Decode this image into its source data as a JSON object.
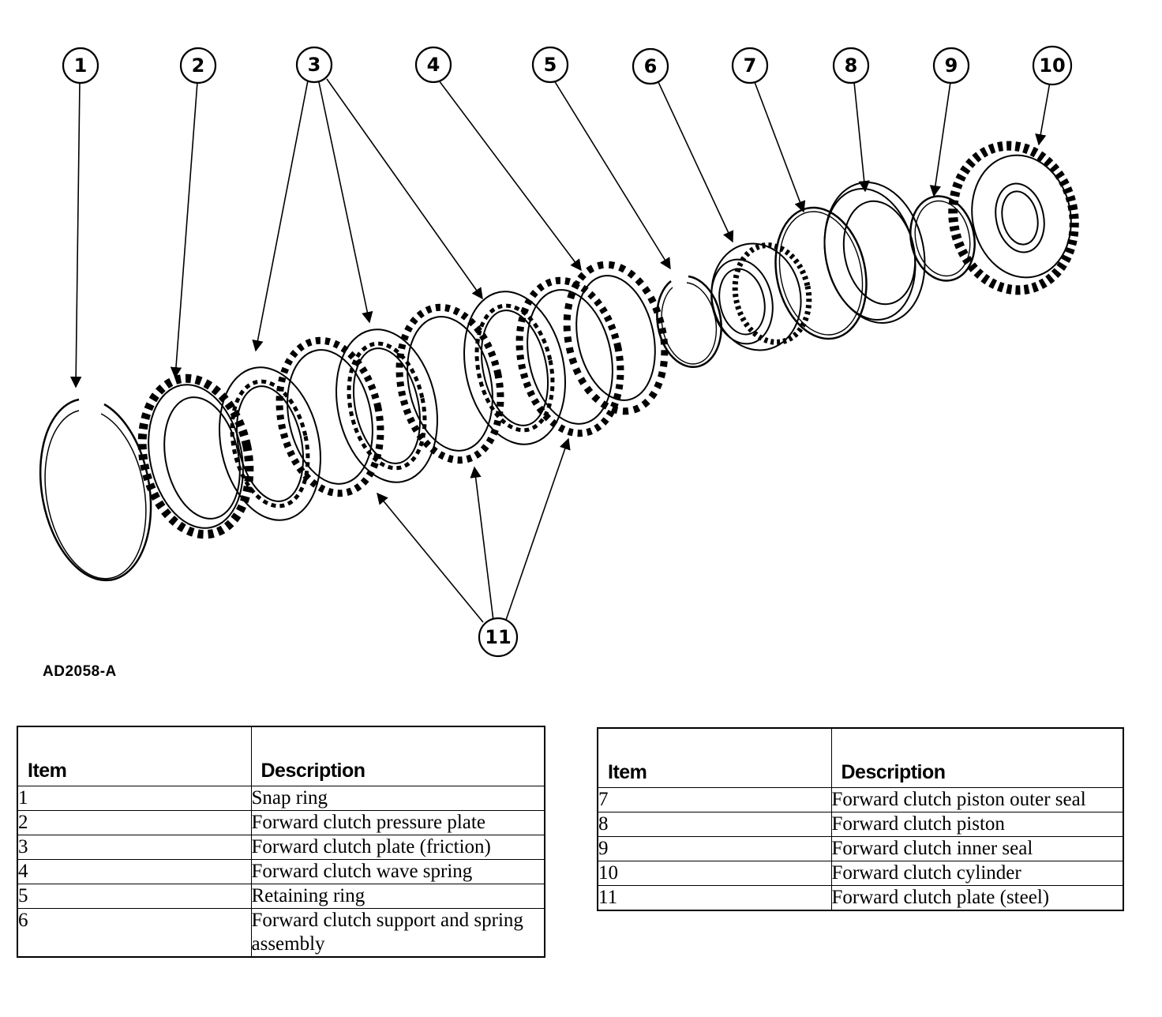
{
  "figure_id": "AD2058-A",
  "callouts": [
    "1",
    "2",
    "3",
    "4",
    "5",
    "6",
    "7",
    "8",
    "9",
    "10",
    "11"
  ],
  "legend": {
    "header_item": "Item",
    "header_description": "Description",
    "left_rows": [
      {
        "item": "1",
        "description": "Snap ring"
      },
      {
        "item": "2",
        "description": "Forward clutch pressure plate"
      },
      {
        "item": "3",
        "description": "Forward clutch plate (friction)"
      },
      {
        "item": "4",
        "description": "Forward clutch wave spring"
      },
      {
        "item": "5",
        "description": "Retaining ring"
      },
      {
        "item": "6",
        "description": "Forward clutch support and spring assembly"
      }
    ],
    "right_rows": [
      {
        "item": "7",
        "description": "Forward clutch piston outer seal"
      },
      {
        "item": "8",
        "description": "Forward clutch piston"
      },
      {
        "item": "9",
        "description": "Forward clutch inner seal"
      },
      {
        "item": "10",
        "description": "Forward clutch cylinder"
      },
      {
        "item": "11",
        "description": "Forward clutch plate (steel)"
      }
    ]
  }
}
